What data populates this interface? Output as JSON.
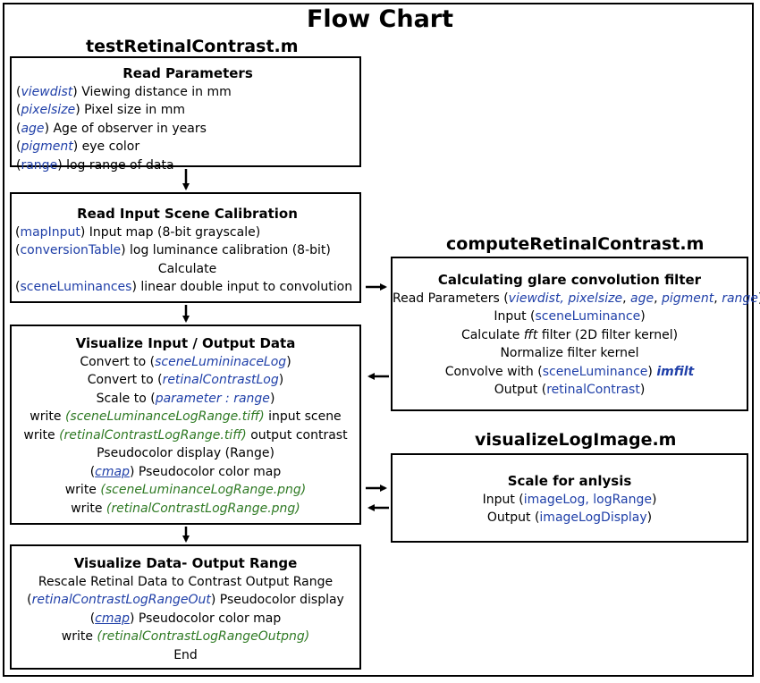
{
  "title": "Flow Chart",
  "subtitles": {
    "test": "testRetinalContrast.m",
    "compute": "computeRetinalContrast.m",
    "visualize": "visualizeLogImage.m"
  },
  "box1": {
    "heading": "Read Parameters",
    "l1": {
      "p1": "(",
      "v": "viewdist",
      "p2": ") Viewing distance in mm"
    },
    "l2": {
      "p1": "(",
      "v": "pixelsize",
      "p2": ") Pixel size in mm"
    },
    "l3": {
      "p1": "(",
      "v": "age",
      "p2": ") Age of observer in years"
    },
    "l4": {
      "p1": "(",
      "v": "pigment",
      "p2": ") eye color"
    },
    "l5": {
      "p1": "(",
      "v": "range",
      "p2": ") log range of data"
    }
  },
  "box2": {
    "heading": "Read Input Scene Calibration",
    "l1": {
      "p1": "(",
      "v": "mapInput",
      "p2": ") Input map (8-bit grayscale)"
    },
    "l2": {
      "p1": "(",
      "v": "conversionTable",
      "p2": ") log luminance calibration (8-bit)"
    },
    "l3": "Calculate",
    "l4": {
      "p1": "(",
      "v": "sceneLuminances",
      "p2": ") linear double input to convolution"
    }
  },
  "box3": {
    "heading": "Visualize Input / Output Data",
    "l1": {
      "p1": "Convert to (",
      "v": "sceneLumininaceLog",
      "p2": ")"
    },
    "l2": {
      "p1": "Convert to (",
      "v": "retinalContrastLog",
      "p2": ")"
    },
    "l3": {
      "p1": "Scale to (",
      "v": "parameter : range",
      "p2": ")"
    },
    "l4": {
      "p1": "write ",
      "v": "(sceneLuminanceLogRange.tiff)",
      "p2": "  input scene"
    },
    "l5": {
      "p1": "write ",
      "v": "(retinalContrastLogRange.tiff)",
      "p2": " output contrast"
    },
    "l6": "Pseudocolor display (Range)",
    "l7": {
      "p1": "(",
      "v": "cmap",
      "p2": ") Pseudocolor color map"
    },
    "l8": {
      "p1": "write ",
      "v": "(sceneLuminanceLogRange.png)"
    },
    "l9": {
      "p1": "write ",
      "v": "(retinalContrastLogRange.png)"
    }
  },
  "box4": {
    "heading": "Visualize Data- Output Range",
    "l1": "Rescale Retinal Data to Contrast Output Range",
    "l2": {
      "p1": "(",
      "v": "retinalContrastLogRangeOut",
      "p2": ")  Pseudocolor display"
    },
    "l3": {
      "p1": "(",
      "v": "cmap",
      "p2": ") Pseudocolor color map"
    },
    "l4": {
      "p1": "write ",
      "v": "(retinalContrastLogRangeOutpng)"
    },
    "l5": "End"
  },
  "box5": {
    "heading": "Calculating glare convolution filter",
    "l1": {
      "p1": "Read Parameters (",
      "v1": "viewdist, pixelsize",
      "s1": ", ",
      "v2": "age",
      "s2": ", ",
      "v3": "pigment",
      "s3": ", ",
      "v4": "range",
      "p2": ")"
    },
    "l2": {
      "p1": "Input (",
      "v": "sceneLuminance",
      "p2": ")"
    },
    "l3": {
      "p1": "Calculate ",
      "v": "fft",
      "p2": " filter (2D filter kernel)"
    },
    "l4": "Normalize filter kernel",
    "l5": {
      "p1": "Convolve with (",
      "v": "sceneLuminance",
      "p2": ") ",
      "v2": "imfilt"
    },
    "l6": {
      "p1": "Output (",
      "v": "retinalContrast",
      "p2": ")"
    }
  },
  "box6": {
    "heading": "Scale for anlysis",
    "l1": {
      "p1": "Input (",
      "v": "imageLog, logRange",
      "p2": ")"
    },
    "l2": {
      "p1": "Output (",
      "v": "imageLogDisplay",
      "p2": ")"
    }
  }
}
